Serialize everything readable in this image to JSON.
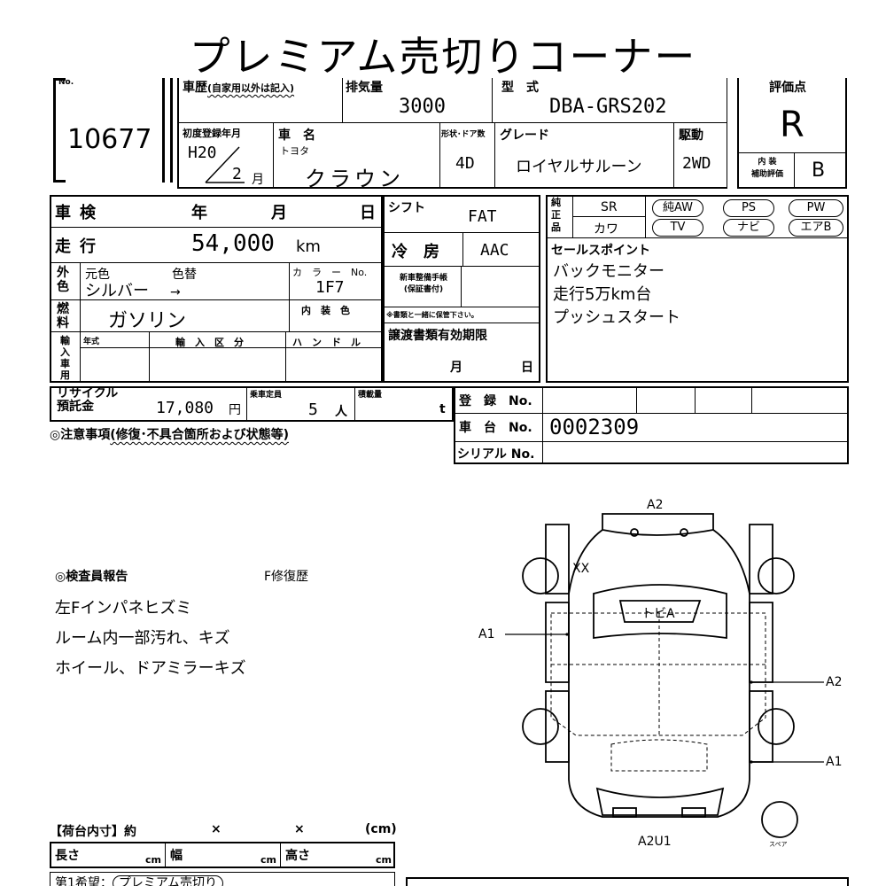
{
  "title": "プレミアム売切りコーナー",
  "lot": {
    "label": "No.",
    "number": "10677"
  },
  "history": {
    "label": "車歴",
    "note": "(自家用以外は記入)"
  },
  "displacement": {
    "label": "排気量",
    "value": "3000"
  },
  "model": {
    "label": "型　式",
    "value": "DBA-GRS202"
  },
  "score": {
    "label": "評価点",
    "value": "R"
  },
  "first_reg": {
    "label": "初度登録年月",
    "year": "H20",
    "month": "2",
    "month_unit": "月"
  },
  "car_name": {
    "label": "車　名",
    "maker": "トヨタ",
    "name": "クラウン"
  },
  "doors": {
    "label": "形状･ドア数",
    "value": "4D"
  },
  "grade": {
    "label": "グレード",
    "value": "ロイヤルサルーン"
  },
  "drive": {
    "label": "駆動",
    "value": "2WD"
  },
  "interior": {
    "label_1": "内 装",
    "label_2": "補助評価",
    "value": "B"
  },
  "inspection": {
    "label": "車検",
    "year": "年",
    "month": "月",
    "day": "日"
  },
  "shift": {
    "label": "シフト",
    "value": "FAT"
  },
  "equipment": {
    "label": "純正品",
    "items": [
      "SR",
      "カワ"
    ],
    "ovals": [
      "純AW",
      "TV",
      "PS",
      "ナビ",
      "PW",
      "エアB"
    ]
  },
  "mileage": {
    "label": "走行",
    "value": "54,000",
    "unit": "km"
  },
  "aircon": {
    "label": "冷　房",
    "value": "AAC"
  },
  "sales_points": {
    "label": "セールスポイント",
    "lines": [
      "バックモニター",
      "走行5万km台",
      "プッシュスタート"
    ]
  },
  "color": {
    "label": "外色",
    "orig_label": "元色",
    "repaint_label": "色替",
    "value": "シルバー",
    "arrow": "→",
    "code_label": "カ　ラ　ー　No.",
    "code": "1F7"
  },
  "maintenance": {
    "label_1": "新車整備手帳",
    "label_2": "(保証書付)",
    "note": "※書類と一緒に保管下さい。"
  },
  "fuel": {
    "label": "燃料",
    "value": "ガソリン",
    "interior_color_label": "内　装　色"
  },
  "import": {
    "label": "輸入車用",
    "year_label": "年式",
    "type_label": "輸　入　区　分",
    "handle_label": "ハ　ン　ド　ル"
  },
  "transfer": {
    "label": "譲渡書類有効期限",
    "month": "月",
    "day": "日"
  },
  "recycle": {
    "label_1": "リサイクル",
    "label_2": "預託金",
    "value": "17,080",
    "unit": "円"
  },
  "capacity": {
    "label": "乗車定員",
    "value": "5",
    "unit": "人"
  },
  "load": {
    "label": "積載量",
    "unit": "t"
  },
  "registration": {
    "label": "登　録　No."
  },
  "chassis": {
    "label": "車　台　No.",
    "value": "0002309"
  },
  "serial": {
    "label": "シリアル No."
  },
  "caution": {
    "label": "◎注意事項",
    "note": "(修復･不具合箇所および状態等)"
  },
  "inspector": {
    "label": "◎検査員報告",
    "tag": "F修復歴",
    "lines": [
      "左Fインパネヒズミ",
      "ルーム内一部汚れ、キズ",
      "ホイール、ドアミラーキズ"
    ]
  },
  "diagram": {
    "marks": {
      "top": "A2",
      "left_front": "XX",
      "left": "A1",
      "right_mid": "A2",
      "right_rear": "A1",
      "bottom": "A2U1",
      "roof": "トビA",
      "spare": "スペア"
    }
  },
  "cargo": {
    "label": "【荷台内寸】約",
    "x1": "×",
    "x2": "×",
    "unit": "(cm)",
    "length": "長さ",
    "width": "幅",
    "height": "高さ",
    "cm": "cm"
  },
  "bottom": {
    "hope_label": "第1希望：",
    "hope_value": "プレミアム売切り"
  }
}
